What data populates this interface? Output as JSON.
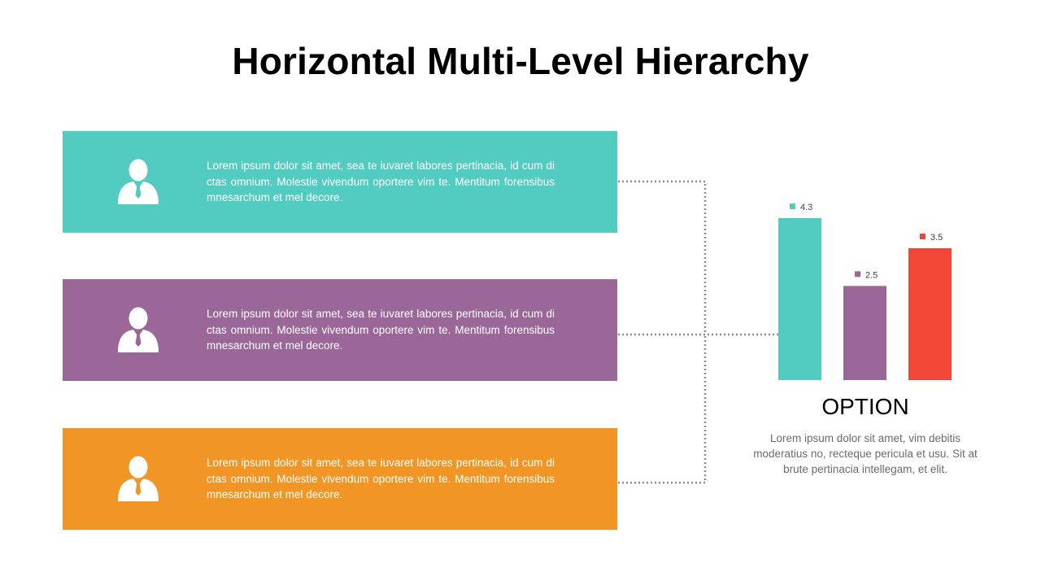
{
  "title": "Horizontal Multi-Level Hierarchy",
  "boxes": [
    {
      "color": "#52CCC0",
      "icon": "person-icon",
      "text": "Lorem ipsum dolor sit amet, sea te iuvaret labores pertinacia, id cum dictas omnium. Molestie vivendum oportere vim te. Mentitum forensibus mnesarchum et mel decore."
    },
    {
      "color": "#9B6799",
      "icon": "person-icon",
      "text": "Lorem ipsum dolor sit amet, sea te iuvaret labores pertinacia, id cum dictas omnium. Molestie vivendum oportere vim te. Mentitum forensibus mnesarchum et mel decore."
    },
    {
      "color": "#F19625",
      "icon": "person-icon",
      "text": "Lorem ipsum dolor sit amet, sea te iuvaret labores pertinacia, id cum dictas omnium. Molestie vivendum oportere vim te. Mentitum forensibus mnesarchum et mel decore."
    }
  ],
  "connector_color": "#8C8C8C",
  "chart_data": {
    "type": "bar",
    "categories": [
      "",
      "",
      ""
    ],
    "values": [
      4.3,
      2.5,
      3.5
    ],
    "labels": [
      "4.3",
      "2.5",
      "3.5"
    ],
    "colors": [
      "#52CCC0",
      "#9B6799",
      "#F24636"
    ],
    "ylim": [
      0,
      4.3
    ],
    "grid": false,
    "title": "",
    "xlabel": "",
    "ylabel": ""
  },
  "option": {
    "title": "OPTION",
    "text": "Lorem ipsum dolor sit amet, vim debitis moderatius no, recteque pericula et usu. Sit at brute pertinacia intellegam, et elit."
  }
}
